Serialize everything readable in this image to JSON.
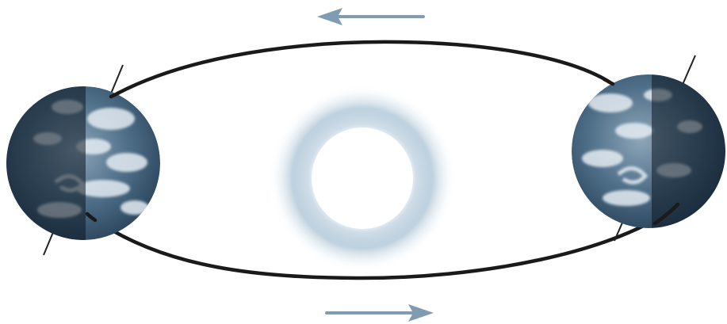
{
  "diagram": {
    "subject": "earth-orbit-around-sun",
    "bodies": [
      {
        "id": "sun",
        "icon": "sun-icon"
      },
      {
        "id": "earth-left",
        "icon": "earth-icon",
        "lit_side": "right"
      },
      {
        "id": "earth-right",
        "icon": "earth-icon",
        "lit_side": "left"
      }
    ],
    "orbit": {
      "shape": "ellipse",
      "icon": "orbit-path"
    },
    "arrows": [
      {
        "id": "top",
        "direction": "left",
        "icon": "arrow-left-icon"
      },
      {
        "id": "bottom",
        "direction": "right",
        "icon": "arrow-right-icon"
      }
    ],
    "colors": {
      "orbit": "#1a1a1a",
      "arrow": "#7f9cb2",
      "sun_glow": "#8fb0c8",
      "ocean": "#3f5f7a",
      "cloud": "#e4ecf2",
      "axis": "#222222",
      "shadow": "#0c1722"
    }
  }
}
